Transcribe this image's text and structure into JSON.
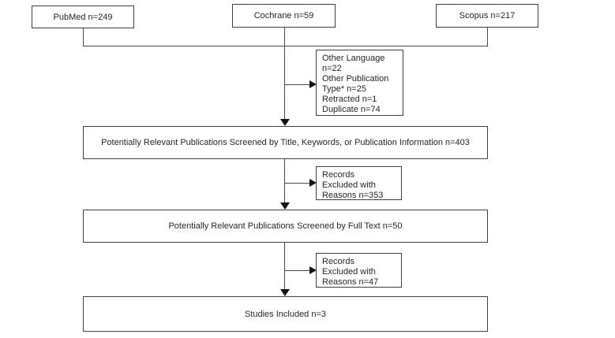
{
  "colors": {
    "background": "#ffffff",
    "box_border": "#3f3f3f",
    "connector_line": "#4a4a4a",
    "arrowhead": "#141414",
    "text": "#262626"
  },
  "sources": [
    {
      "label": "PubMed n=249"
    },
    {
      "label": "Cochrane n=59"
    },
    {
      "label": "Scopus n=217"
    }
  ],
  "stages": [
    {
      "label": "Potentially Relevant Publications Screened by Title, Keywords, or Publication Information n=403"
    },
    {
      "label": "Potentially Relevant Publications Screened by Full Text n=50"
    },
    {
      "label": "Studies Included n=3"
    }
  ],
  "exclusions": [
    {
      "lines": [
        "Other Language",
        "n=22",
        "Other Publication",
        "Type* n=25",
        "Retracted n=1",
        "Duplicate n=74"
      ]
    },
    {
      "lines": [
        "Records",
        "Excluded with",
        "Reasons n=353"
      ]
    },
    {
      "lines": [
        "Records",
        "Excluded with",
        "Reasons n=47"
      ]
    }
  ]
}
